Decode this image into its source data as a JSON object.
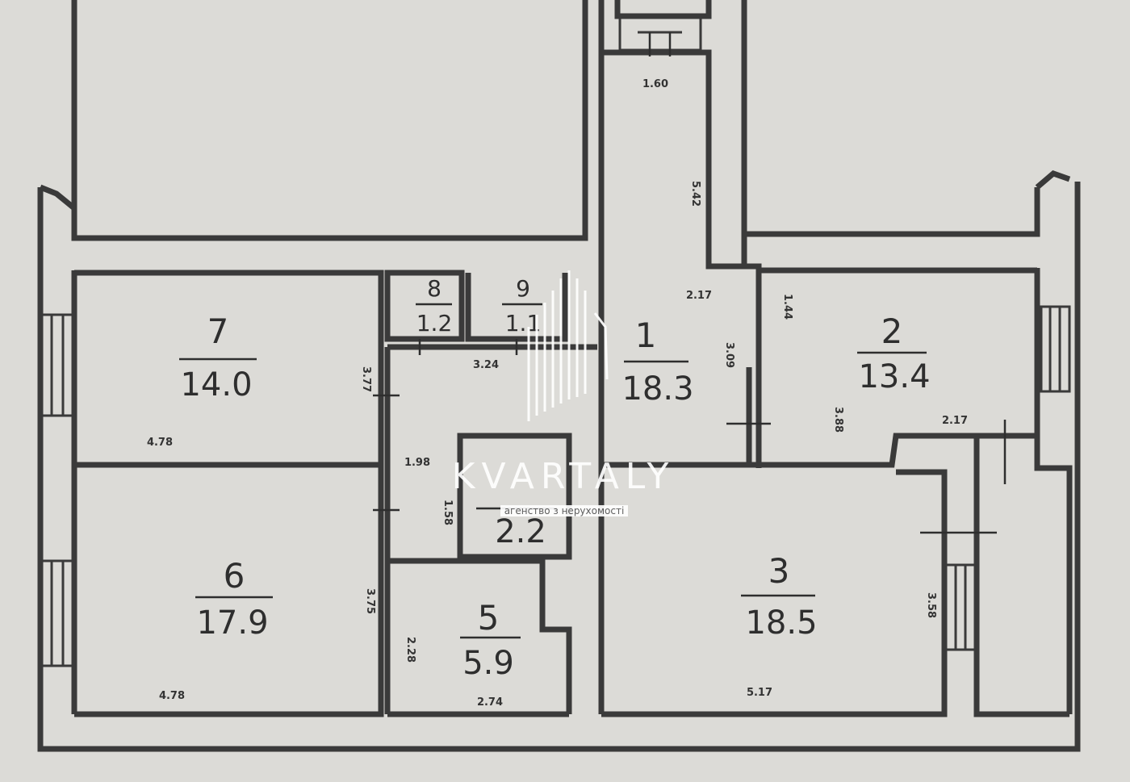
{
  "rooms": [
    {
      "id": "1",
      "number": "1",
      "area": "18.3"
    },
    {
      "id": "2",
      "number": "2",
      "area": "13.4"
    },
    {
      "id": "3",
      "number": "3",
      "area": "18.5"
    },
    {
      "id": "4",
      "number": "",
      "area": "2.2"
    },
    {
      "id": "5",
      "number": "5",
      "area": "5.9"
    },
    {
      "id": "6",
      "number": "6",
      "area": "17.9"
    },
    {
      "id": "7",
      "number": "7",
      "area": "14.0"
    },
    {
      "id": "8",
      "number": "8",
      "area": "1.2"
    },
    {
      "id": "9",
      "number": "9",
      "area": "1.1"
    }
  ],
  "dimensions": {
    "d_160": "1.60",
    "d_542": "5.42",
    "d_217a": "2.17",
    "d_144": "1.44",
    "d_309": "3.09",
    "d_324": "3.24",
    "d_377": "3.77",
    "d_478a": "4.78",
    "d_198": "1.98",
    "d_158": "1.58",
    "d_217b": "2.17",
    "d_388": "3.88",
    "d_375": "3.75",
    "d_228": "2.28",
    "d_478b": "4.78",
    "d_274": "2.74",
    "d_517": "5.17",
    "d_358": "3.58"
  },
  "watermark": {
    "brand": "KVARTALY",
    "tagline": "агенство з нерухомості"
  },
  "colors": {
    "paper": "#dcdbd7",
    "wall": "#3a3a3a",
    "logo": "#ffffff"
  }
}
